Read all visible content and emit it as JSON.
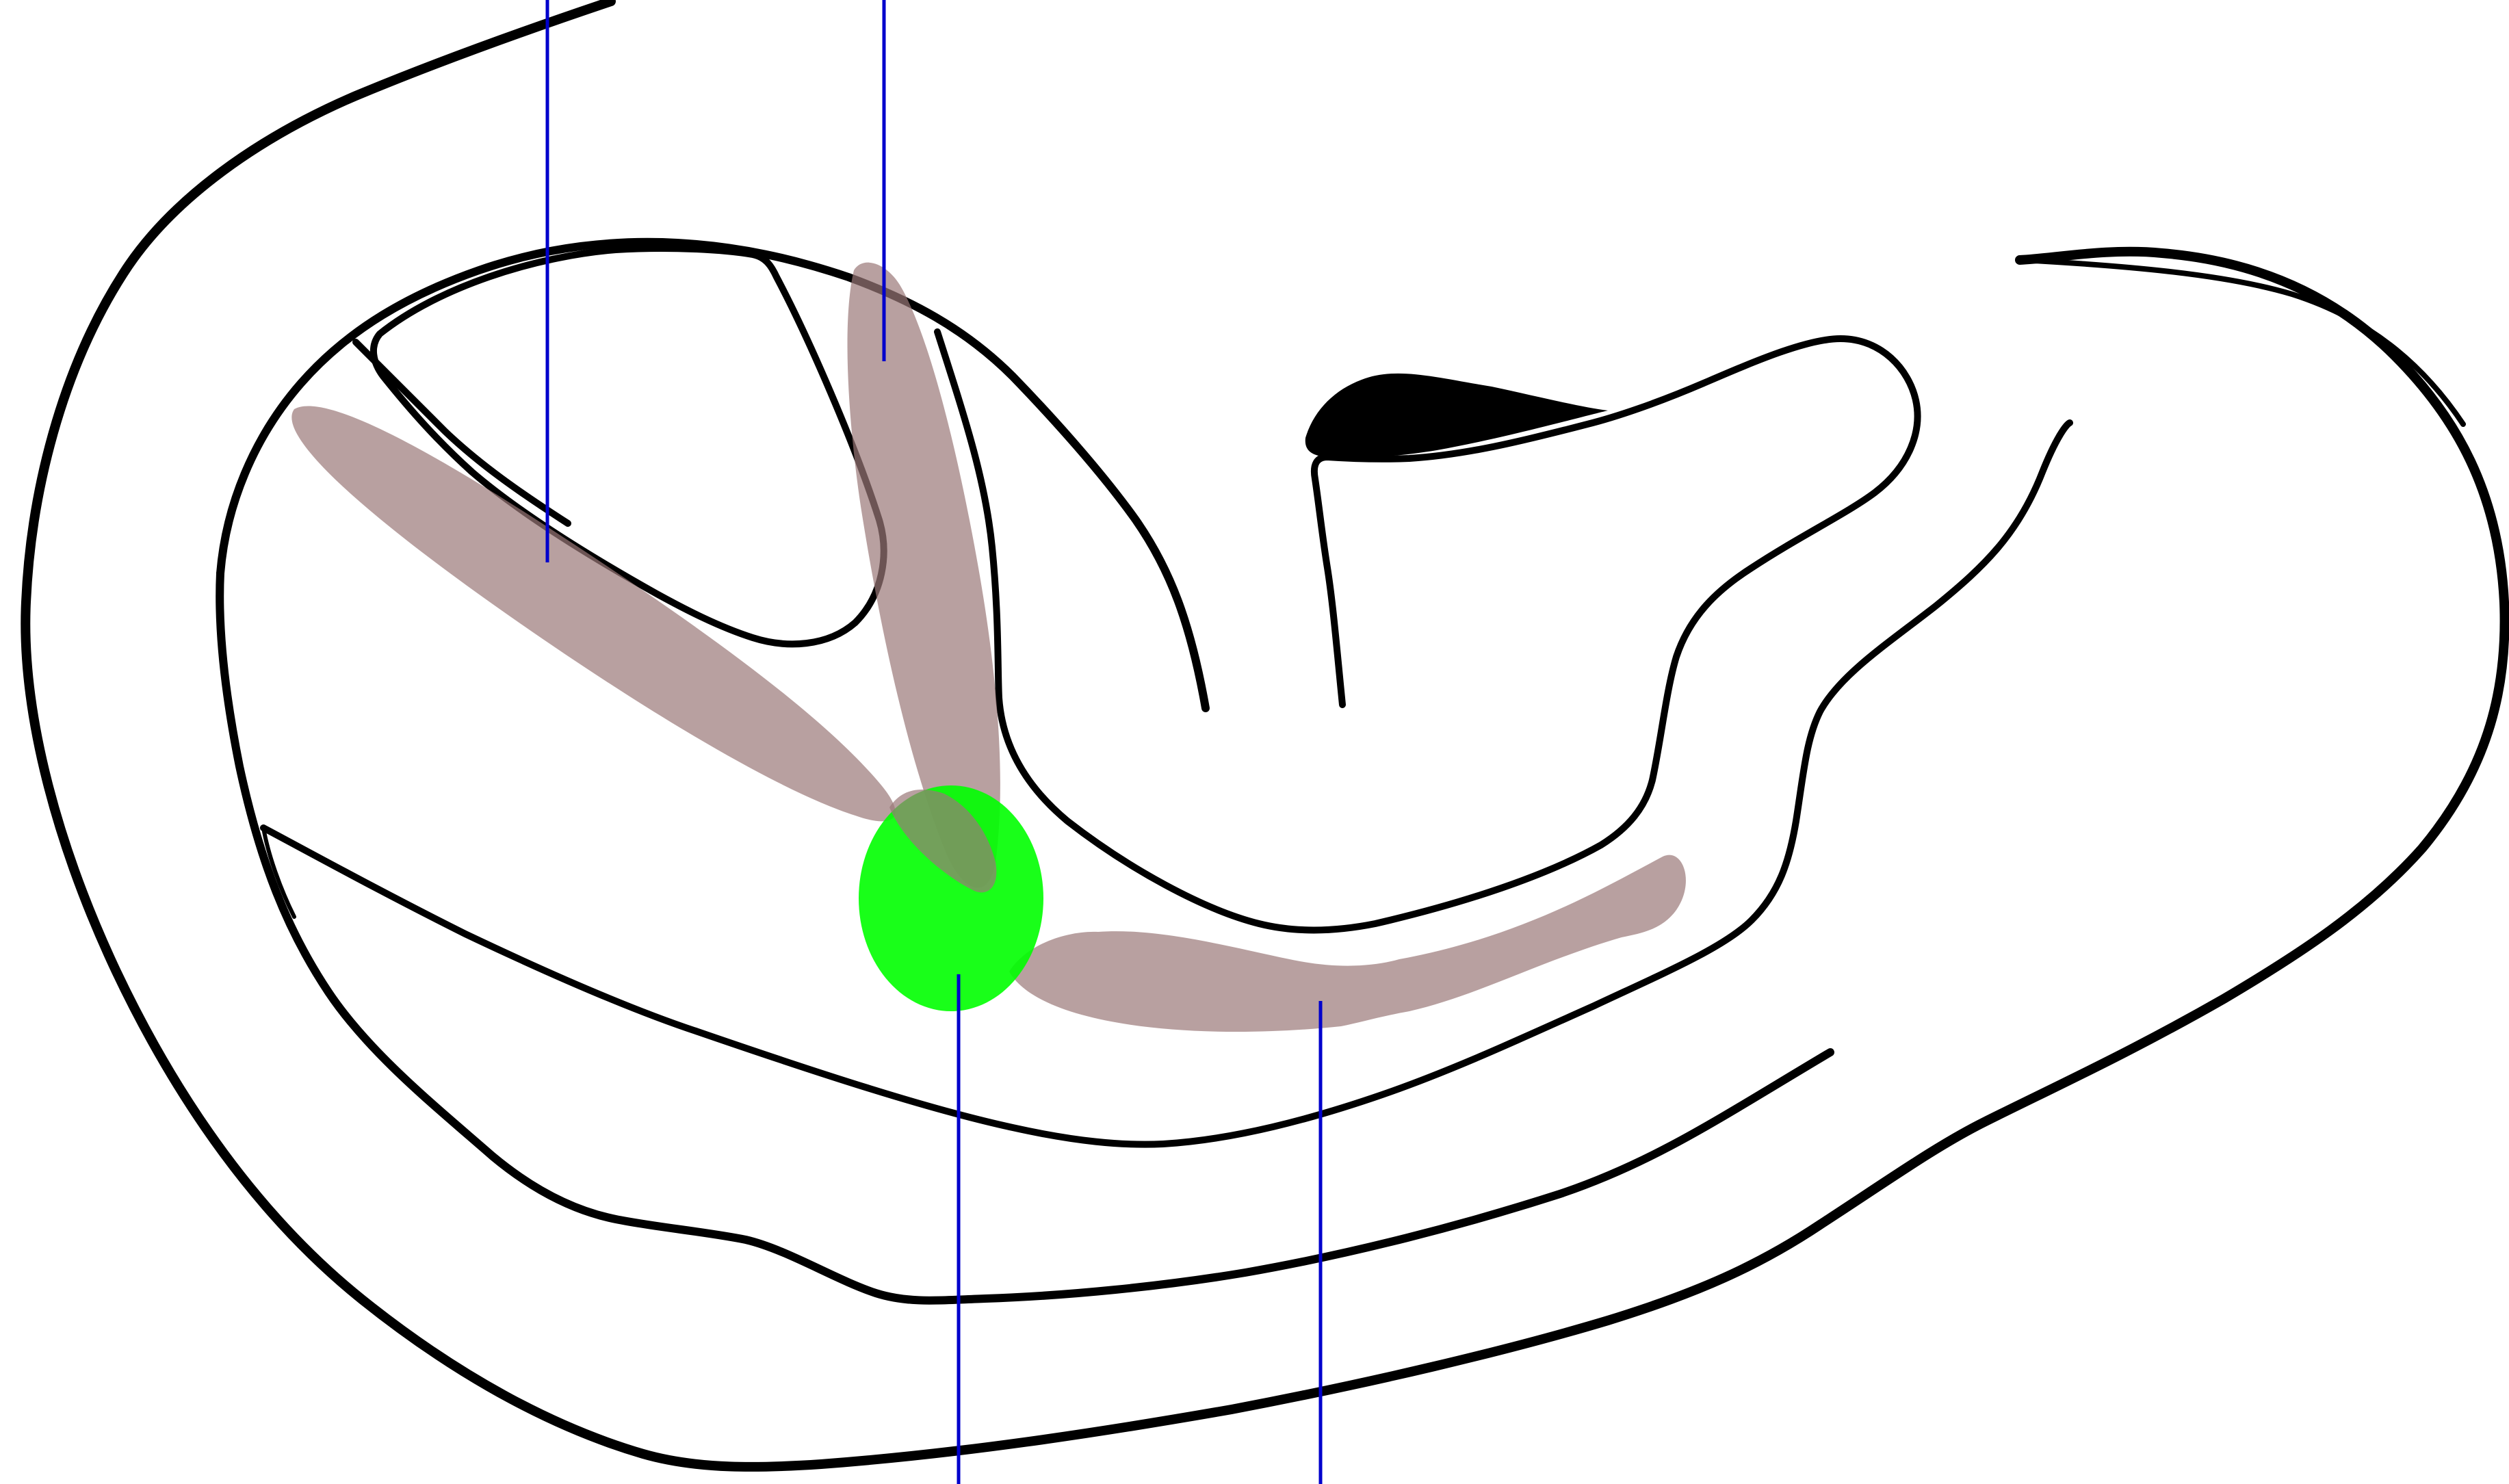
{
  "diagram": {
    "labels": [],
    "colors": {
      "outline": "#000000",
      "pointer_line": "#0000cc",
      "highlight_band": "#9a7878",
      "target_region": "#00ff00",
      "background": "#ffffff"
    },
    "pointer_count": 4,
    "highlight_band_count": 3,
    "target_region_count": 1
  }
}
